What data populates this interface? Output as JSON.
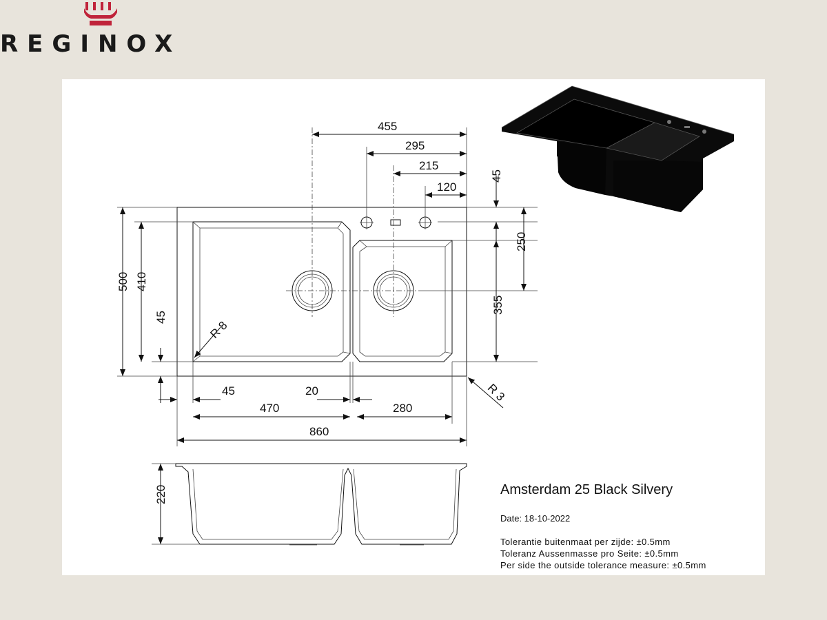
{
  "brand": {
    "name": "REGINOX",
    "logo": "crown-icon",
    "logo_color": "#c0233a"
  },
  "product": {
    "title": "Amsterdam 25 Black Silvery",
    "date": "Date: 18-10-2022",
    "tolerances": [
      "Tolerantie buitenmaat per zijde: ±0.5mm",
      "Toleranz Aussenmasse pro Seite: ±0.5mm",
      "Per side the outside tolerance measure: ±0.5mm"
    ]
  },
  "dimensions": {
    "top_455": "455",
    "top_295": "295",
    "top_215": "215",
    "top_120": "120",
    "right_45": "45",
    "right_250": "250",
    "right_355": "355",
    "left_500": "500",
    "left_410": "410",
    "left_45": "45",
    "radius_inner": "R 8",
    "radius_outer": "R 3",
    "bottom_45": "45",
    "bottom_20": "20",
    "bottom_470": "470",
    "bottom_280": "280",
    "bottom_860": "860",
    "depth_220": "220"
  },
  "colors": {
    "sink": "#111111",
    "background": "#e8e4dc",
    "sheet": "#ffffff"
  }
}
